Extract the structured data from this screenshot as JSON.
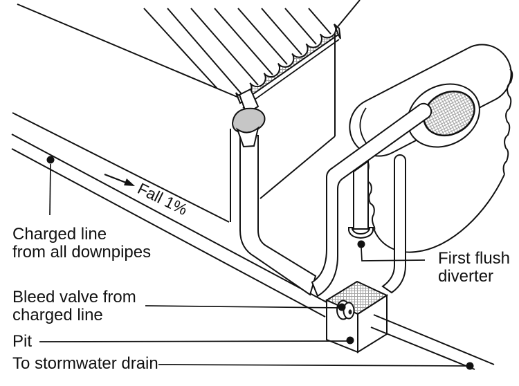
{
  "app": {
    "background": "#ffffff",
    "ink": "#111111"
  },
  "colors": {
    "line": "#111111",
    "hatch_gray": "#a3a3a3",
    "funnel_shade": "#c6c6c6",
    "label_text": "#111111"
  },
  "diagram": {
    "subject": "Charged rainwater line from downpipes to tank with first flush diverter, bleed valve, pit and stormwater drain",
    "flow_note": {
      "text": "Fall 1%",
      "angle_deg": 26
    },
    "labels": {
      "charged_line": {
        "line1": "Charged line",
        "line2": "from all downpipes"
      },
      "bleed_valve": {
        "line1": "Bleed valve from",
        "line2": "charged line"
      },
      "pit": {
        "text": "Pit"
      },
      "stormwater": {
        "text": "To stormwater drain"
      },
      "first_flush": {
        "line1": "First flush",
        "line2": "diverter"
      }
    },
    "parts": [
      "corrugated-roof",
      "gutter-spout-funnel",
      "downpipe",
      "charged-line-pipe",
      "riser-to-tank-inlet",
      "rainwater-tank",
      "tank-inlet-strainer",
      "first-flush-diverter-pipe",
      "tank-overflow-pipe",
      "pit-box",
      "bleed-valve",
      "stormwater-drain-pipe"
    ]
  }
}
